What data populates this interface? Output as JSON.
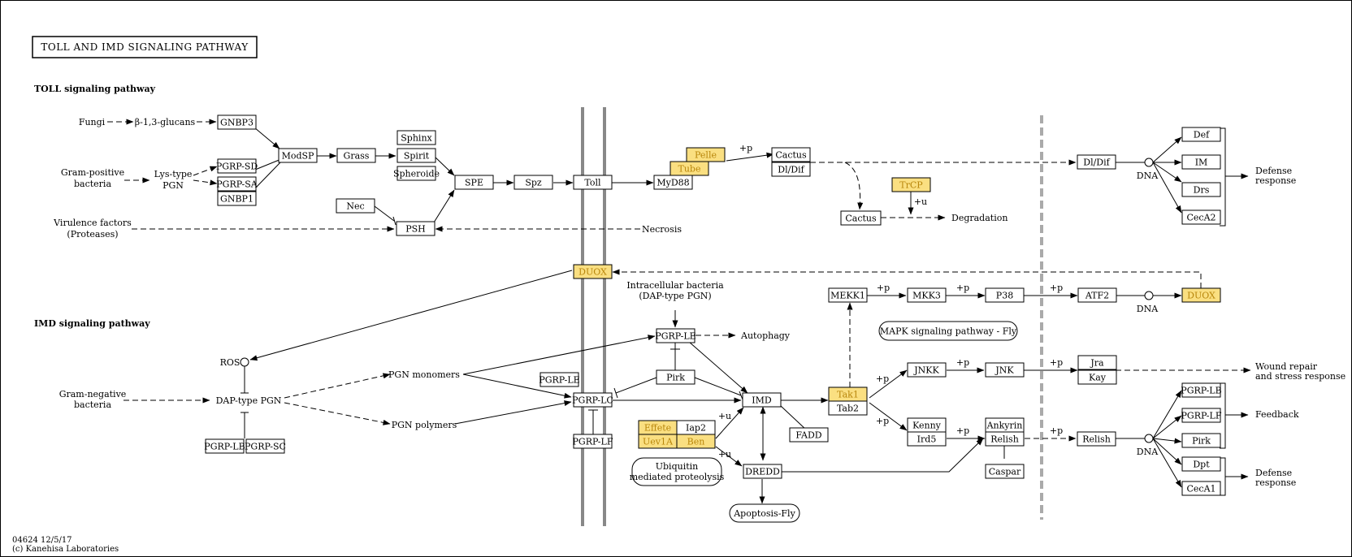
{
  "title": "TOLL AND IMD SIGNALING PATHWAY",
  "sections": {
    "toll": "TOLL signaling pathway",
    "imd": "IMD signaling pathway"
  },
  "footer": {
    "code": "04624 12/5/17",
    "copyright": "(c) Kanehisa Laboratories"
  },
  "colors": {
    "highlight_fill": "#fadf81",
    "highlight_text": "#b8860b"
  },
  "nodes": {
    "GNBP3": "GNBP3",
    "PGRP-SD": "PGRP-SD",
    "PGRP-SA": "PGRP-SA",
    "GNBP1": "GNBP1",
    "ModSP": "ModSP",
    "Grass": "Grass",
    "Sphinx": "Sphinx",
    "Spirit": "Spirit",
    "Spheroide": "Spheroide",
    "SPE": "SPE",
    "Spz": "Spz",
    "Toll": "Toll",
    "MyD88": "MyD88",
    "Tube": "Tube",
    "Pelle": "Pelle",
    "Cactus": "Cactus",
    "DlDif": "Dl/Dif",
    "Cactus2": "Cactus",
    "TrCP": "TrCP",
    "DlDif2": "Dl/Dif",
    "Def": "Def",
    "IM": "IM",
    "Drs": "Drs",
    "CecA2": "CecA2",
    "Nec": "Nec",
    "PSH": "PSH",
    "DUOX": "DUOX",
    "MEKK1": "MEKK1",
    "MKK3": "MKK3",
    "P38": "P38",
    "ATF2": "ATF2",
    "DUOX2": "DUOX",
    "MAPK": "MAPK signaling pathway - Fly",
    "PGRP-LE": "PGRP-LE",
    "PGRP-LE2": "PGRP-LE",
    "PGRP-LC": "PGRP-LC",
    "PGRP-LF": "PGRP-LF",
    "Pirk": "Pirk",
    "IMD": "IMD",
    "Tak1": "Tak1",
    "Tab2": "Tab2",
    "JNKK": "JNKK",
    "JNK": "JNK",
    "Jra": "Jra",
    "Kay": "Kay",
    "Kenny": "Kenny",
    "Ird5": "Ird5",
    "Ankyrin": "Ankyrin",
    "Relish": "Relish",
    "Caspar": "Caspar",
    "Relish2": "Relish",
    "PGRP-LB": "PGRP-LB",
    "PGRP-LF2": "PGRP-LF",
    "Pirk2": "Pirk",
    "Dpt": "Dpt",
    "CecA1": "CecA1",
    "Effete": "Effete",
    "Iap2": "Iap2",
    "Uev1A": "Uev1A",
    "Ben": "Ben",
    "FADD": "FADD",
    "DREDD": "DREDD",
    "Apoptosis": "Apoptosis-Fly",
    "PGRP-LB2": "PGRP-LB",
    "PGRP-SC": "PGRP-SC",
    "Ubiquitin1": "Ubiquitin",
    "Ubiquitin2": "mediated proteolysis"
  },
  "labels": {
    "fungi": "Fungi",
    "glucans": "β-1,3-glucans",
    "grampos1": "Gram-positive",
    "grampos2": "bacteria",
    "lys1": "Lys-type",
    "lys2": "PGN",
    "vir1": "Virulence factors",
    "vir2": "(Proteases)",
    "necrosis": "Necrosis",
    "degradation": "Degradation",
    "dna1": "DNA",
    "dna2": "DNA",
    "dna3": "DNA",
    "defense1a": "Defense",
    "defense1b": "response",
    "defense2a": "Defense",
    "defense2b": "response",
    "feedback": "Feedback",
    "wound1": "Wound repair",
    "wound2": "and stress response",
    "intra1": "Intracellular bacteria",
    "intra2": "(DAP-type PGN)",
    "autophagy": "Autophagy",
    "ros": "ROS",
    "gramneg1": "Gram-negative",
    "gramneg2": "bacteria",
    "dappgn": "DAP-type PGN",
    "pgnmono": "PGN monomers",
    "pgnpoly": "PGN polymers",
    "p1": "+p",
    "p2": "+p",
    "p3": "+p",
    "p4": "+p",
    "p5": "+p",
    "p6": "+p",
    "p7": "+p",
    "p8": "+p",
    "p9": "+p",
    "p10": "+p",
    "u1": "+u",
    "u2": "+u",
    "u3": "+u"
  }
}
